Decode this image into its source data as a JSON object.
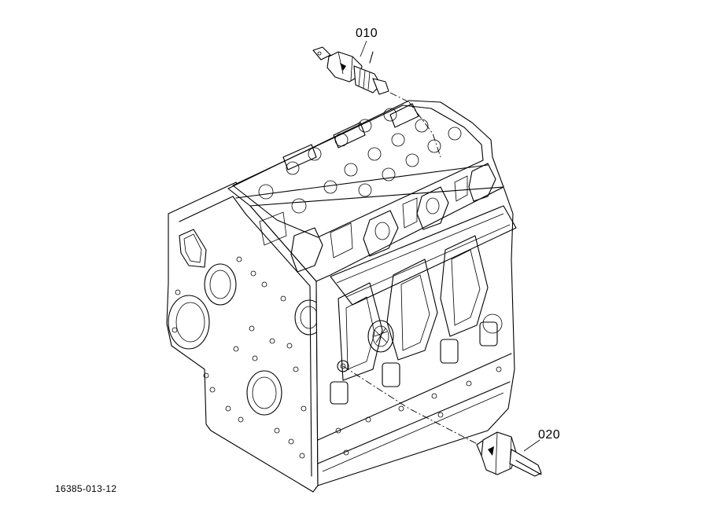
{
  "callouts": {
    "part_010": "010",
    "part_020": "020"
  },
  "document_number": "16385-013-12"
}
